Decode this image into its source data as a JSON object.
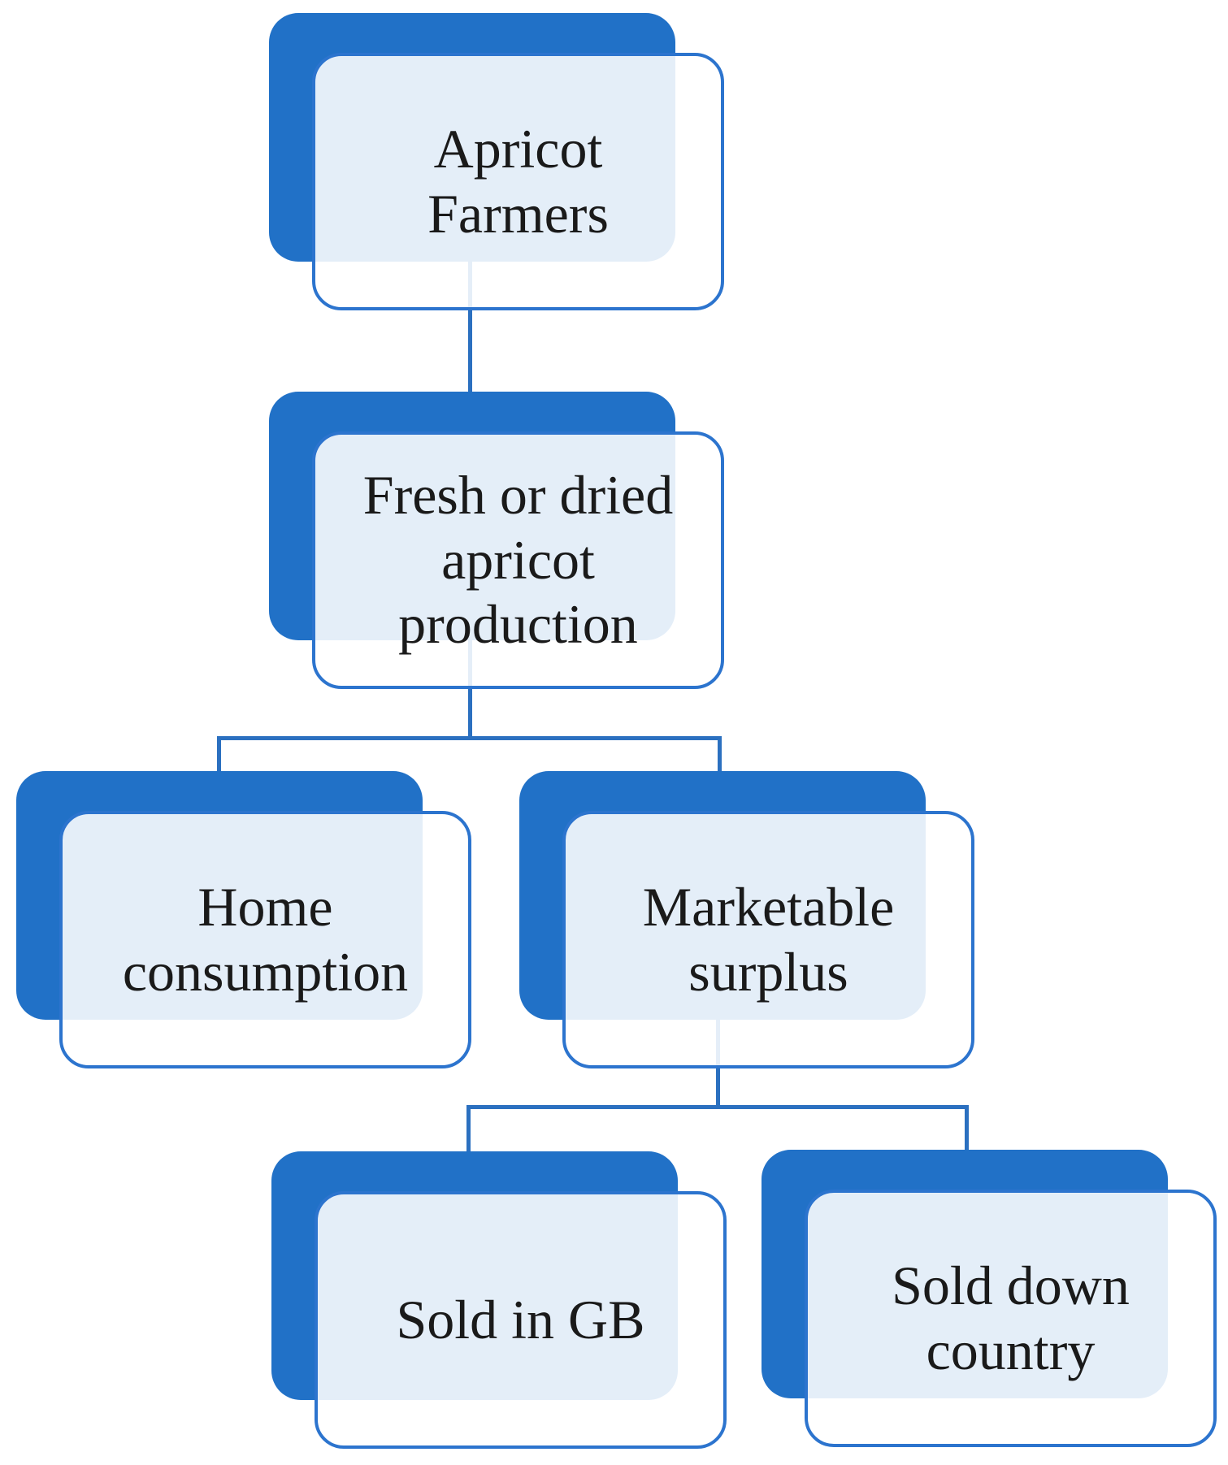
{
  "diagram": {
    "type": "flowchart",
    "nodes": [
      {
        "id": "farmers",
        "label": "Apricot\nFarmers"
      },
      {
        "id": "production",
        "label": "Fresh or dried\napricot\nproduction"
      },
      {
        "id": "home-consumption",
        "label": "Home\nconsumption"
      },
      {
        "id": "marketable-surplus",
        "label": "Marketable\nsurplus"
      },
      {
        "id": "sold-in-gb",
        "label": "Sold in GB"
      },
      {
        "id": "sold-down-country",
        "label": "Sold down\ncountry"
      }
    ],
    "edges": [
      {
        "from": "farmers",
        "to": "production"
      },
      {
        "from": "production",
        "to": "home-consumption"
      },
      {
        "from": "production",
        "to": "marketable-surplus"
      },
      {
        "from": "marketable-surplus",
        "to": "sold-in-gb"
      },
      {
        "from": "marketable-surplus",
        "to": "sold-down-country"
      }
    ],
    "colors": {
      "shadow_blue": "#2171c7",
      "border_blue": "#2c74ce",
      "connector_blue": "#2b70c0",
      "node_fill": "rgba(255,255,255,0.88)",
      "text_color": "#1a1a1a",
      "bg": "#ffffff"
    }
  }
}
